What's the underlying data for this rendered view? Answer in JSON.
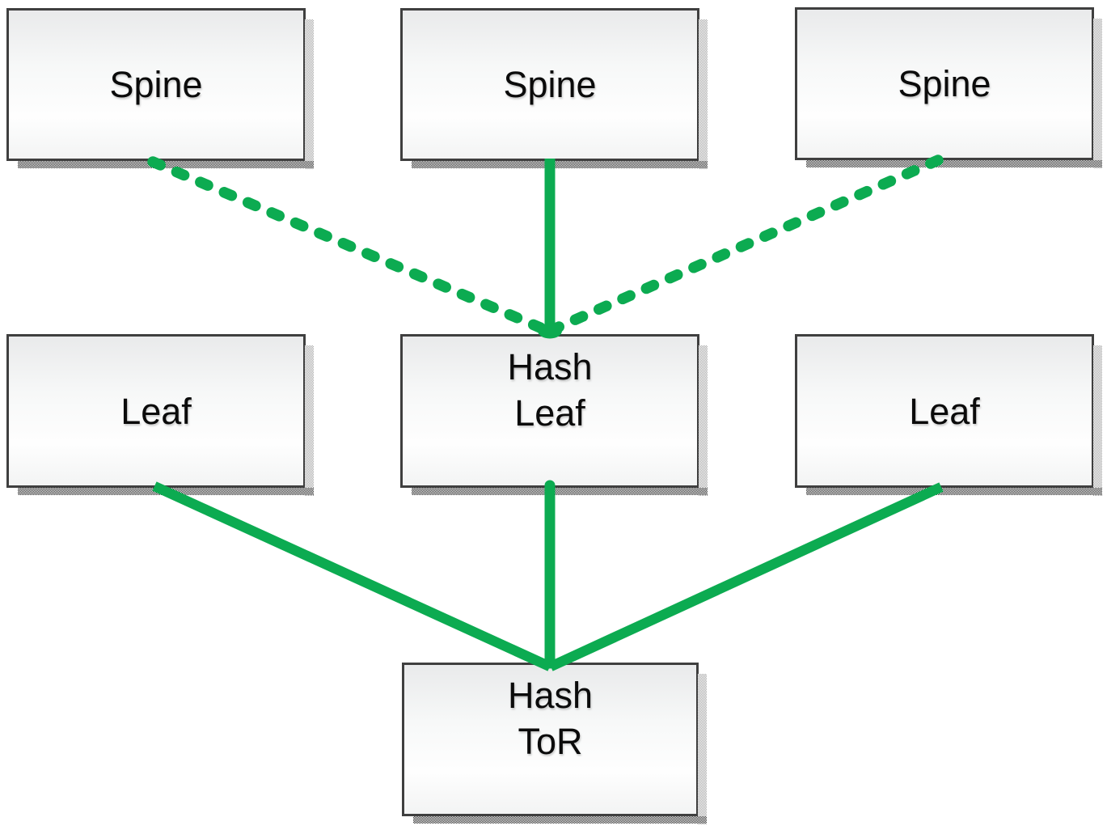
{
  "diagram": {
    "type": "spine-leaf-network-topology",
    "colors": {
      "link_green": "#0cab51",
      "box_border": "#3f3f3f",
      "text": "#0b0b0b"
    },
    "nodes": {
      "spine1": {
        "lines": [
          "Spine"
        ]
      },
      "spine2": {
        "lines": [
          "Spine"
        ]
      },
      "spine3": {
        "lines": [
          "Spine"
        ]
      },
      "leaf1": {
        "lines": [
          "Leaf"
        ]
      },
      "hash_leaf": {
        "lines": [
          "Hash",
          "Leaf"
        ]
      },
      "leaf2": {
        "lines": [
          "Leaf"
        ]
      },
      "hash_tor": {
        "lines": [
          "Hash",
          "ToR"
        ]
      }
    },
    "edges": [
      {
        "from": "Spine (left)",
        "to": "Hash Leaf",
        "style": "dashed"
      },
      {
        "from": "Spine (middle)",
        "to": "Hash Leaf",
        "style": "solid"
      },
      {
        "from": "Spine (right)",
        "to": "Hash Leaf",
        "style": "dashed"
      },
      {
        "from": "Leaf (left)",
        "to": "Hash ToR",
        "style": "solid"
      },
      {
        "from": "Hash Leaf",
        "to": "Hash ToR",
        "style": "solid"
      },
      {
        "from": "Leaf (right)",
        "to": "Hash ToR",
        "style": "solid"
      }
    ]
  }
}
